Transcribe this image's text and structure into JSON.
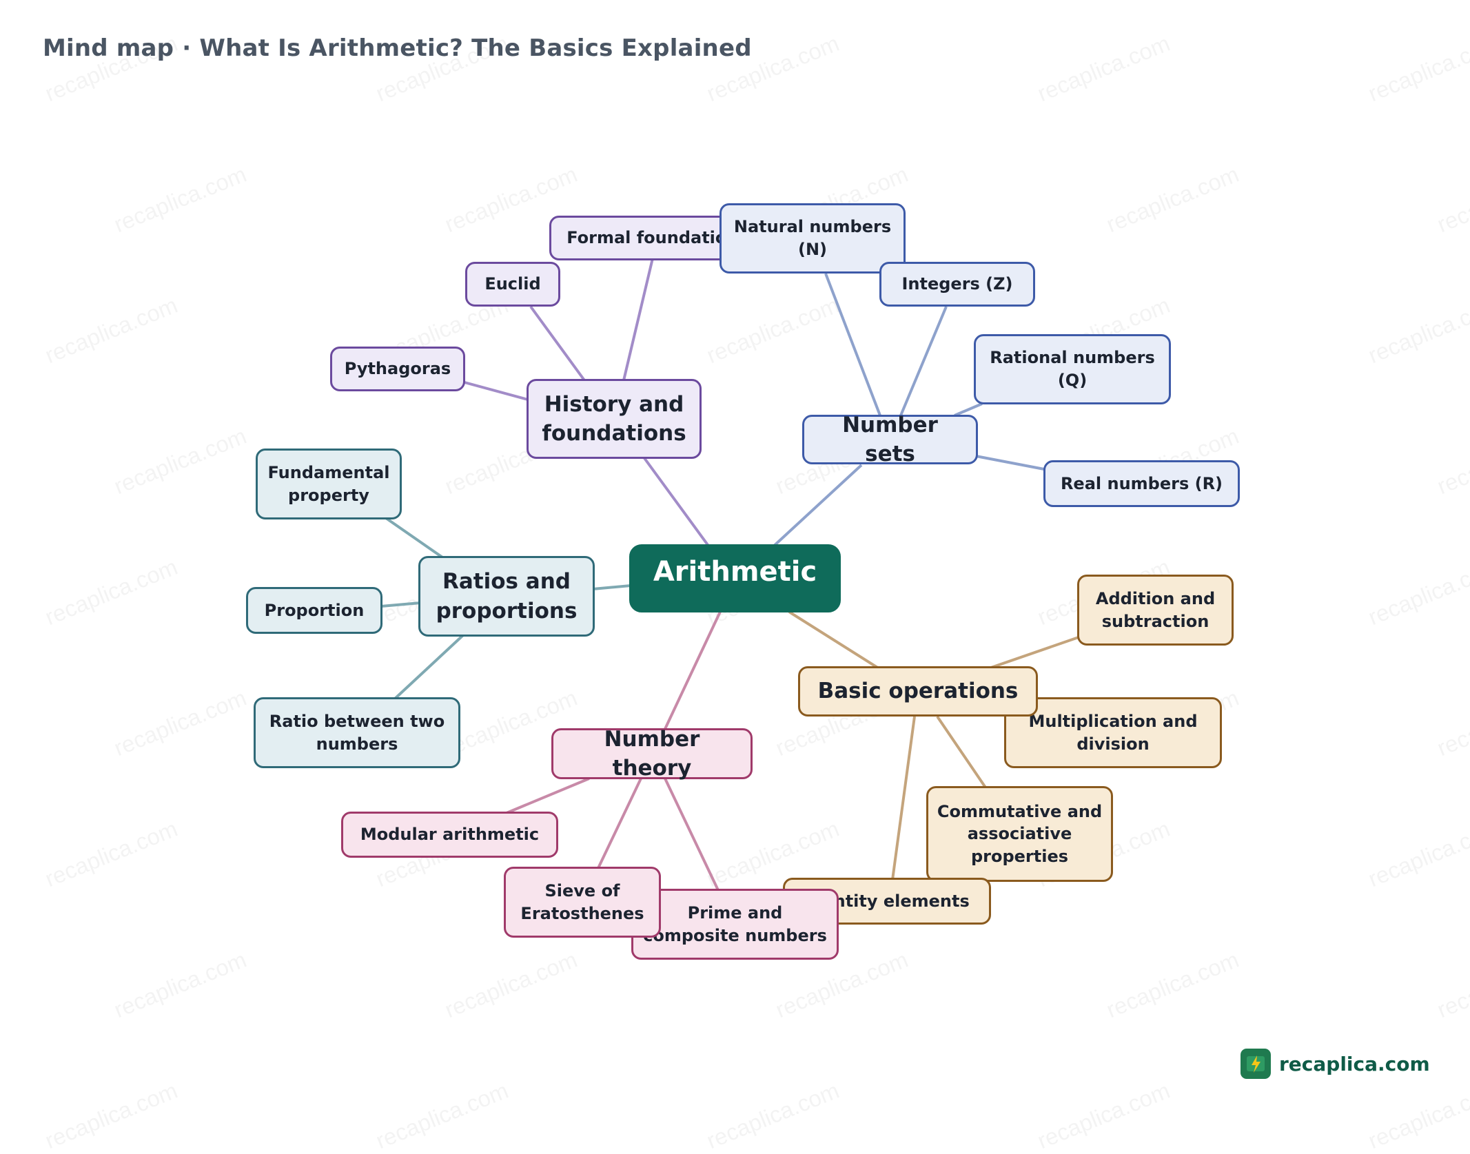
{
  "header": {
    "title": "Mind map · What Is Arithmetic? The Basics Explained"
  },
  "watermark": "recaplica.com",
  "brand": {
    "name": "recaplica.com",
    "icon": "bolt-book-icon",
    "color": "#1f7a4f"
  },
  "colors": {
    "root": "#0f6b5a",
    "history": "#6b4a9e",
    "number_sets": "#3d5aa8",
    "ratios": "#2f6a78",
    "operations": "#8a5a1e",
    "number_theory": "#a03a6a"
  },
  "mindmap": {
    "root": "Arithmetic",
    "history": {
      "label": "History and foundations",
      "children": [
        "Formal foundations",
        "Euclid",
        "Pythagoras"
      ]
    },
    "number_sets": {
      "label": "Number sets",
      "children": [
        "Natural numbers (N)",
        "Integers (Z)",
        "Rational numbers (Q)",
        "Real numbers (R)"
      ]
    },
    "ratios": {
      "label": "Ratios and proportions",
      "children": [
        "Fundamental property",
        "Proportion",
        "Ratio between two numbers"
      ]
    },
    "operations": {
      "label": "Basic operations",
      "children": [
        "Addition and subtraction",
        "Multiplication and division",
        "Commutative and associative properties",
        "Identity elements"
      ]
    },
    "number_theory": {
      "label": "Number theory",
      "children": [
        "Modular arithmetic",
        "Sieve of Eratosthenes",
        "Prime and composite numbers"
      ]
    }
  }
}
